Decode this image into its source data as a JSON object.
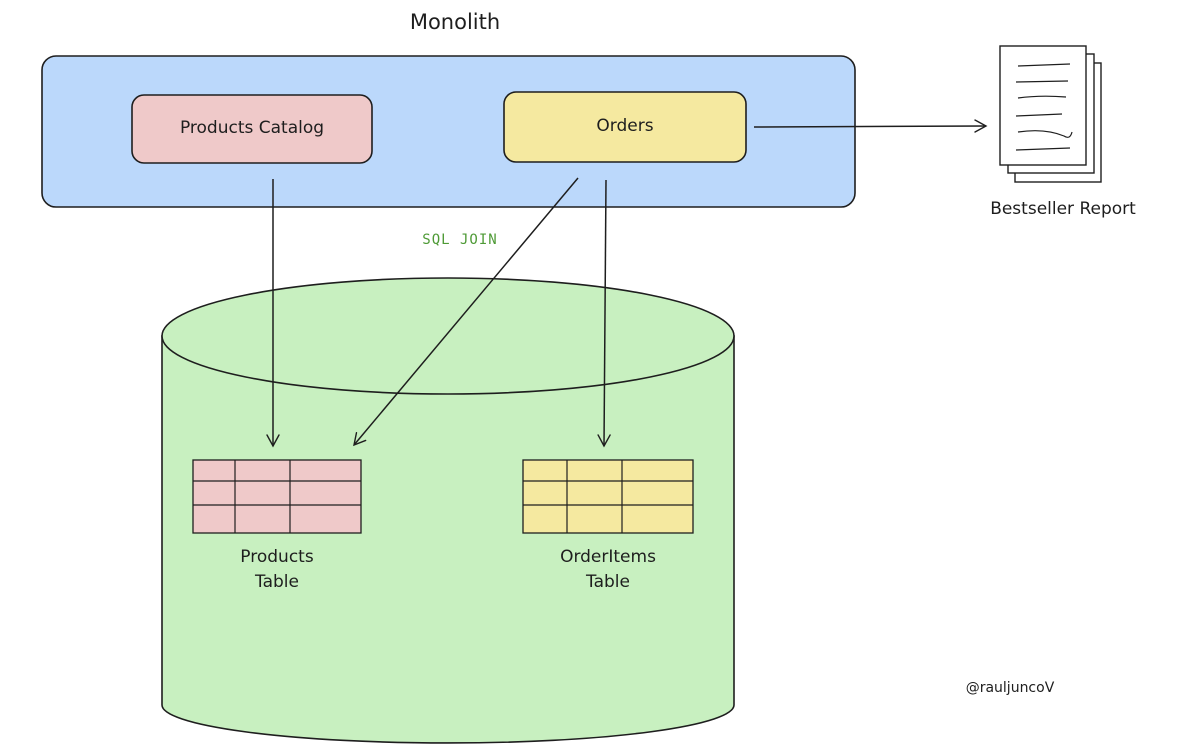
{
  "diagram": {
    "monolith_title": "Monolith",
    "products_catalog": "Products Catalog",
    "orders": "Orders",
    "bestseller_report": "Bestseller Report",
    "sql_join": "SQL JOIN",
    "products_table": "Products\nTable",
    "orderitems_table": "OrderItems\nTable",
    "author": "@rauljuncoV"
  },
  "colors": {
    "monolith_fill": "#bbd8fb",
    "products_fill": "#efc9c9",
    "orders_fill": "#f5e9a0",
    "database_fill": "#c8f0c0",
    "sql_join_text": "#4e9a36",
    "stroke": "#1e1e1e"
  },
  "icons": {
    "report": "document-stack-icon",
    "database": "database-cylinder-icon"
  }
}
